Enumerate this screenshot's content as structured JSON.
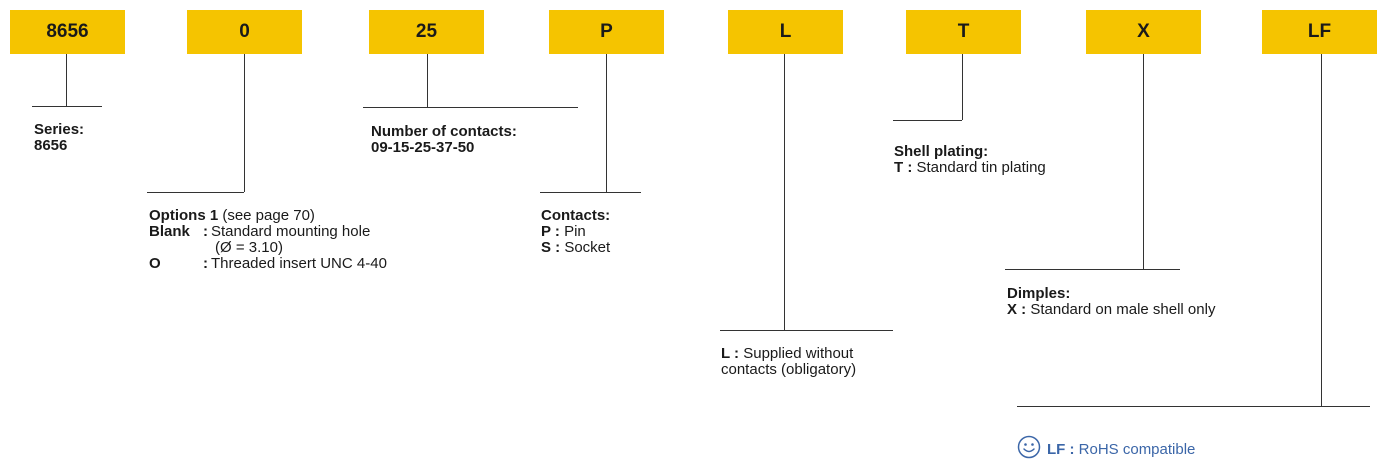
{
  "code_boxes": [
    "8656",
    "0",
    "25",
    "P",
    "L",
    "T",
    "X",
    "LF"
  ],
  "series": {
    "title": "Series:",
    "value": "8656"
  },
  "options": {
    "title": "Options 1",
    "note": " (see page 70)",
    "rows": [
      {
        "key": "Blank",
        "sep": ":",
        "text": " Standard mounting hole"
      },
      {
        "key": "",
        "sep": "",
        "text": "(Ø = 3.10)"
      },
      {
        "key": "O",
        "sep": ":",
        "text": " Threaded insert UNC 4-40"
      }
    ]
  },
  "contacts_count": {
    "title": "Number of contacts:",
    "value": "09-15-25-37-50"
  },
  "contacts": {
    "title": "Contacts:",
    "items": [
      {
        "key": "P :",
        "text": " Pin"
      },
      {
        "key": "S :",
        "text": " Socket"
      }
    ]
  },
  "supplied": {
    "key": "L :",
    "line1": " Supplied without",
    "line2": "contacts (obligatory)"
  },
  "shell": {
    "title": "Shell plating:",
    "key": "T :",
    "text": " Standard tin plating"
  },
  "dimples": {
    "title": "Dimples:",
    "key": "X :",
    "text": " Standard on male shell only"
  },
  "rohs": {
    "key": "LF :",
    "text": " RoHS compatible",
    "icon": "smiley-icon",
    "color": "#3b66a8"
  },
  "colors": {
    "box": "#f5c400",
    "line": "#333333",
    "accent": "#3b66a8"
  }
}
